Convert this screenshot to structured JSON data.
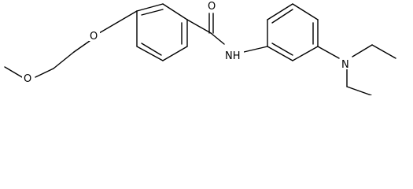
{
  "molecule": {
    "atom_labels": {
      "carbonyl_oxygen": "O",
      "ether_oxygen_aryl": "O",
      "ether_oxygen_methoxy": "O",
      "amide_nitrogen": "NH",
      "amine_nitrogen": "N"
    }
  },
  "colors": {
    "bond": "#000000",
    "text": "#000000",
    "background": "#ffffff"
  }
}
